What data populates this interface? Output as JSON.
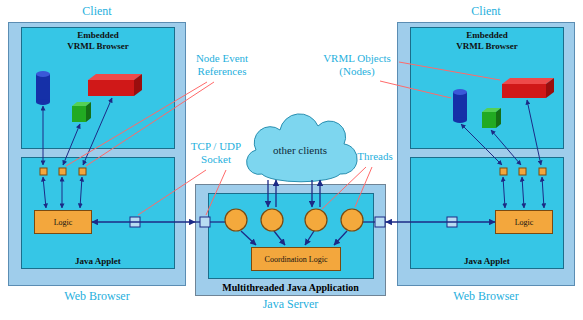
{
  "diagram": {
    "nodes": [
      {
        "text": [
          "Client",
          "Web Browser"
        ]
      },
      {
        "text": [
          "Embedded VRML Browser"
        ],
        "in": 0
      },
      {
        "text": [
          "Java Applet"
        ],
        "in": 0
      },
      {
        "text": [
          "Logic"
        ],
        "in": 2
      },
      {
        "text": [
          "other clients"
        ]
      },
      {
        "text": [
          "Multithreaded Java Application",
          "Java Server"
        ]
      },
      {
        "text": [
          "Coordination Logic"
        ],
        "in": 5
      },
      {
        "text": [
          "Client",
          "Web Browser"
        ]
      },
      {
        "text": [
          "Embedded VRML Browser"
        ],
        "in": 7
      },
      {
        "text": [
          "Java Applet"
        ],
        "in": 7
      },
      {
        "text": [
          "Logic"
        ],
        "in": 9
      }
    ],
    "edges": [
      {
        "from": 3,
        "to": 5,
        "arrow": "both"
      },
      {
        "from": 10,
        "to": 5,
        "arrow": "both"
      }
    ],
    "labels": [
      "Node Event References",
      "VRML Objects (Nodes)",
      "TCP / UDP Socket",
      "Threads"
    ]
  }
}
